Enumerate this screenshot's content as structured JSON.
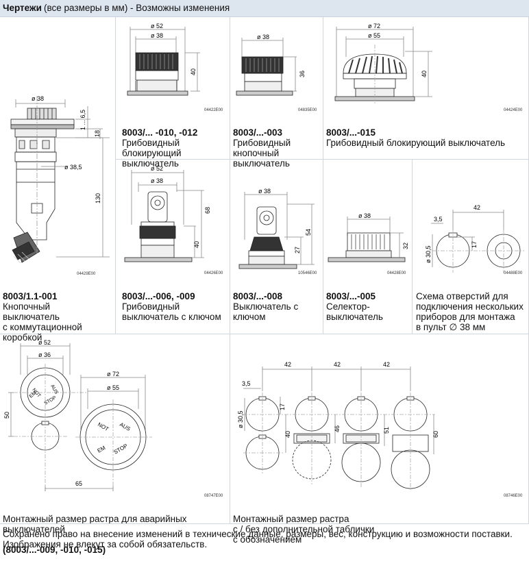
{
  "header": {
    "title_bold": "Чертежи",
    "title_rest": "(все размеры в мм) - Возможны изменения"
  },
  "drawings": {
    "d1": {
      "code": "04429E00",
      "dims": [
        "ø 38",
        "1 ... 6,5",
        "18",
        "ø 38,5",
        "130"
      ],
      "caption_id": "8003/1.1-001",
      "caption_text": "Кнопочный\nвыключатель\nс коммутационной\nкоробкой"
    },
    "d2": {
      "code": "04422E00",
      "dims": [
        "ø 52",
        "ø 38",
        "40"
      ],
      "caption_id": "8003/... -010, -012",
      "caption_text": "Грибовидный\nблокирующий\nвыключатель"
    },
    "d3": {
      "code": "04835E00",
      "dims": [
        "ø 38",
        "36"
      ],
      "caption_id": "8003/...-003",
      "caption_text": "Грибовидный\nкнопочный\nвыключатель"
    },
    "d4": {
      "code": "04424E00",
      "dims": [
        "ø 72",
        "ø 55",
        "40"
      ],
      "caption_id": "8003/...-015",
      "caption_text": "Грибовидный блокирующий выключатель"
    },
    "d5": {
      "code": "04426E00",
      "dims": [
        "ø 52",
        "ø 38",
        "68",
        "40"
      ],
      "caption_id": "8003/...-006, -009",
      "caption_text": "Грибовидный\nвыключатель с ключом"
    },
    "d6": {
      "code": "10546E00",
      "dims": [
        "ø 38",
        "54",
        "27"
      ],
      "caption_id": "8003/...-008",
      "caption_text": "Выключатель с\nключом"
    },
    "d7": {
      "code": "04428E00",
      "dims": [
        "ø 38",
        "32"
      ],
      "caption_id": "8003/...-005",
      "caption_text": "Селектор-\nвыключатель"
    },
    "d8": {
      "code": "04488E00",
      "dims": [
        "42",
        "3,5",
        "ø 30,5",
        "17"
      ],
      "caption_text": "Схема отверстий для\nподключения нескольких\nприборов для монтажа\nв пульт ∅ 38 мм"
    },
    "d9": {
      "code": "08747E00",
      "dims": [
        "ø 52",
        "ø 36",
        "ø 72",
        "ø 55",
        "50",
        "65"
      ],
      "labels": [
        "NOT",
        "AUS",
        "EM",
        "STOP"
      ],
      "caption_text": "Монтажный размер растра для аварийных\nвыключателей",
      "caption_bold": "(8003/...-009, -010, -015)"
    },
    "d10": {
      "code": "08746E00",
      "dims": [
        "42",
        "42",
        "42",
        "3,5",
        "ø 30,5",
        "17",
        "40",
        "46",
        "51",
        "60"
      ],
      "caption_text": "Монтажный размер растра\nс / без дополнительной таблички\nс обозначением"
    }
  },
  "footer": {
    "text": "Сохранено право на внесение изменений в технические данные, размеры, вес, конструкцию и возможности поставки.\nИзображения не влекут за собой обязательств."
  }
}
